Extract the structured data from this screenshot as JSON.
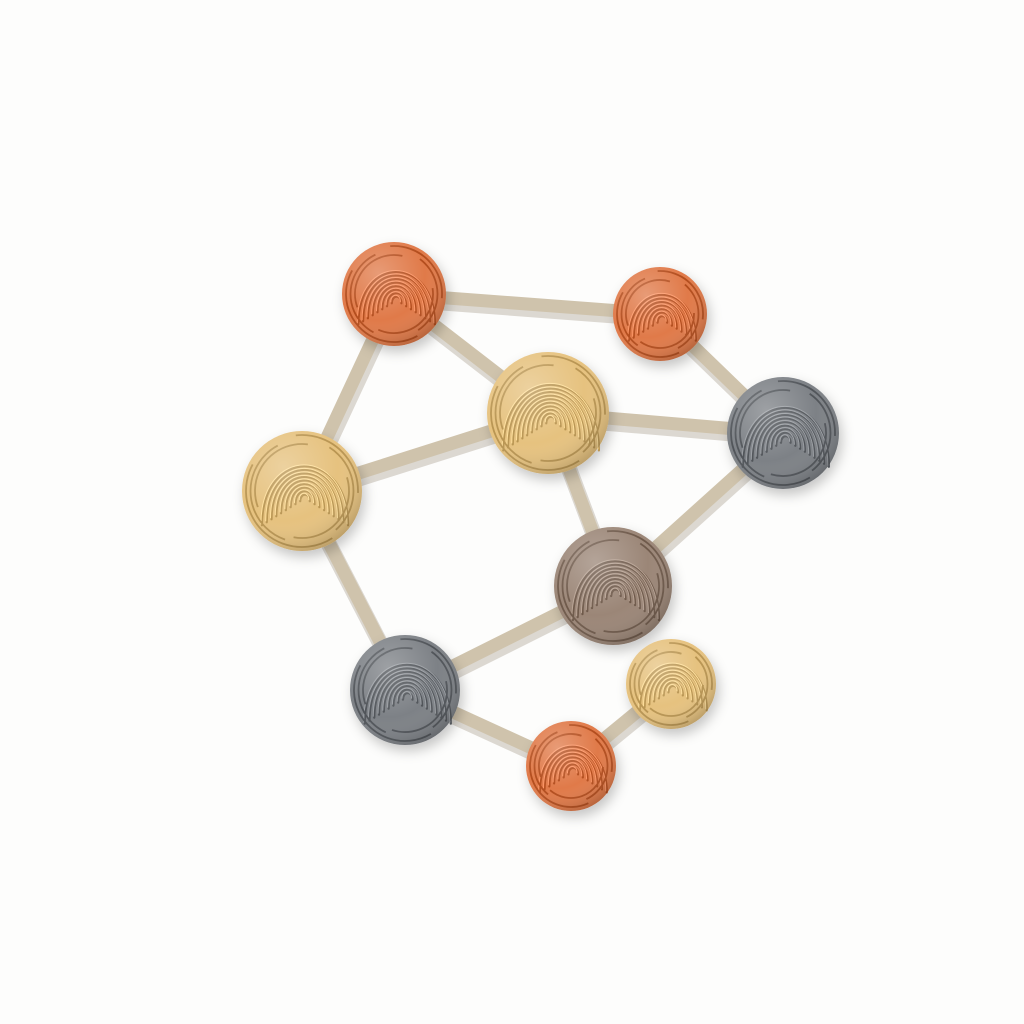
{
  "palette": {
    "background": "#fdfdfc",
    "rod": "#cfc3ac",
    "rod_shadow": "#9f9280",
    "orange": "#e07a4a",
    "tan": "#e6c27f",
    "gray": "#7d8186",
    "taupe": "#9b8677"
  },
  "nodes": [
    {
      "name": "node-orange-top-left",
      "color": "orange"
    },
    {
      "name": "node-orange-top-right",
      "color": "orange"
    },
    {
      "name": "node-tan-center",
      "color": "tan"
    },
    {
      "name": "node-gray-right",
      "color": "gray"
    },
    {
      "name": "node-tan-left",
      "color": "tan"
    },
    {
      "name": "node-taupe-lower",
      "color": "taupe"
    },
    {
      "name": "node-gray-bottom-left",
      "color": "gray"
    },
    {
      "name": "node-tan-bottom-right",
      "color": "tan"
    },
    {
      "name": "node-orange-bottom",
      "color": "orange"
    }
  ],
  "edges": [
    [
      0,
      1
    ],
    [
      0,
      2
    ],
    [
      0,
      4
    ],
    [
      1,
      3
    ],
    [
      2,
      4
    ],
    [
      2,
      3
    ],
    [
      2,
      5
    ],
    [
      3,
      5
    ],
    [
      4,
      6
    ],
    [
      5,
      6
    ],
    [
      6,
      8
    ],
    [
      8,
      7
    ]
  ]
}
